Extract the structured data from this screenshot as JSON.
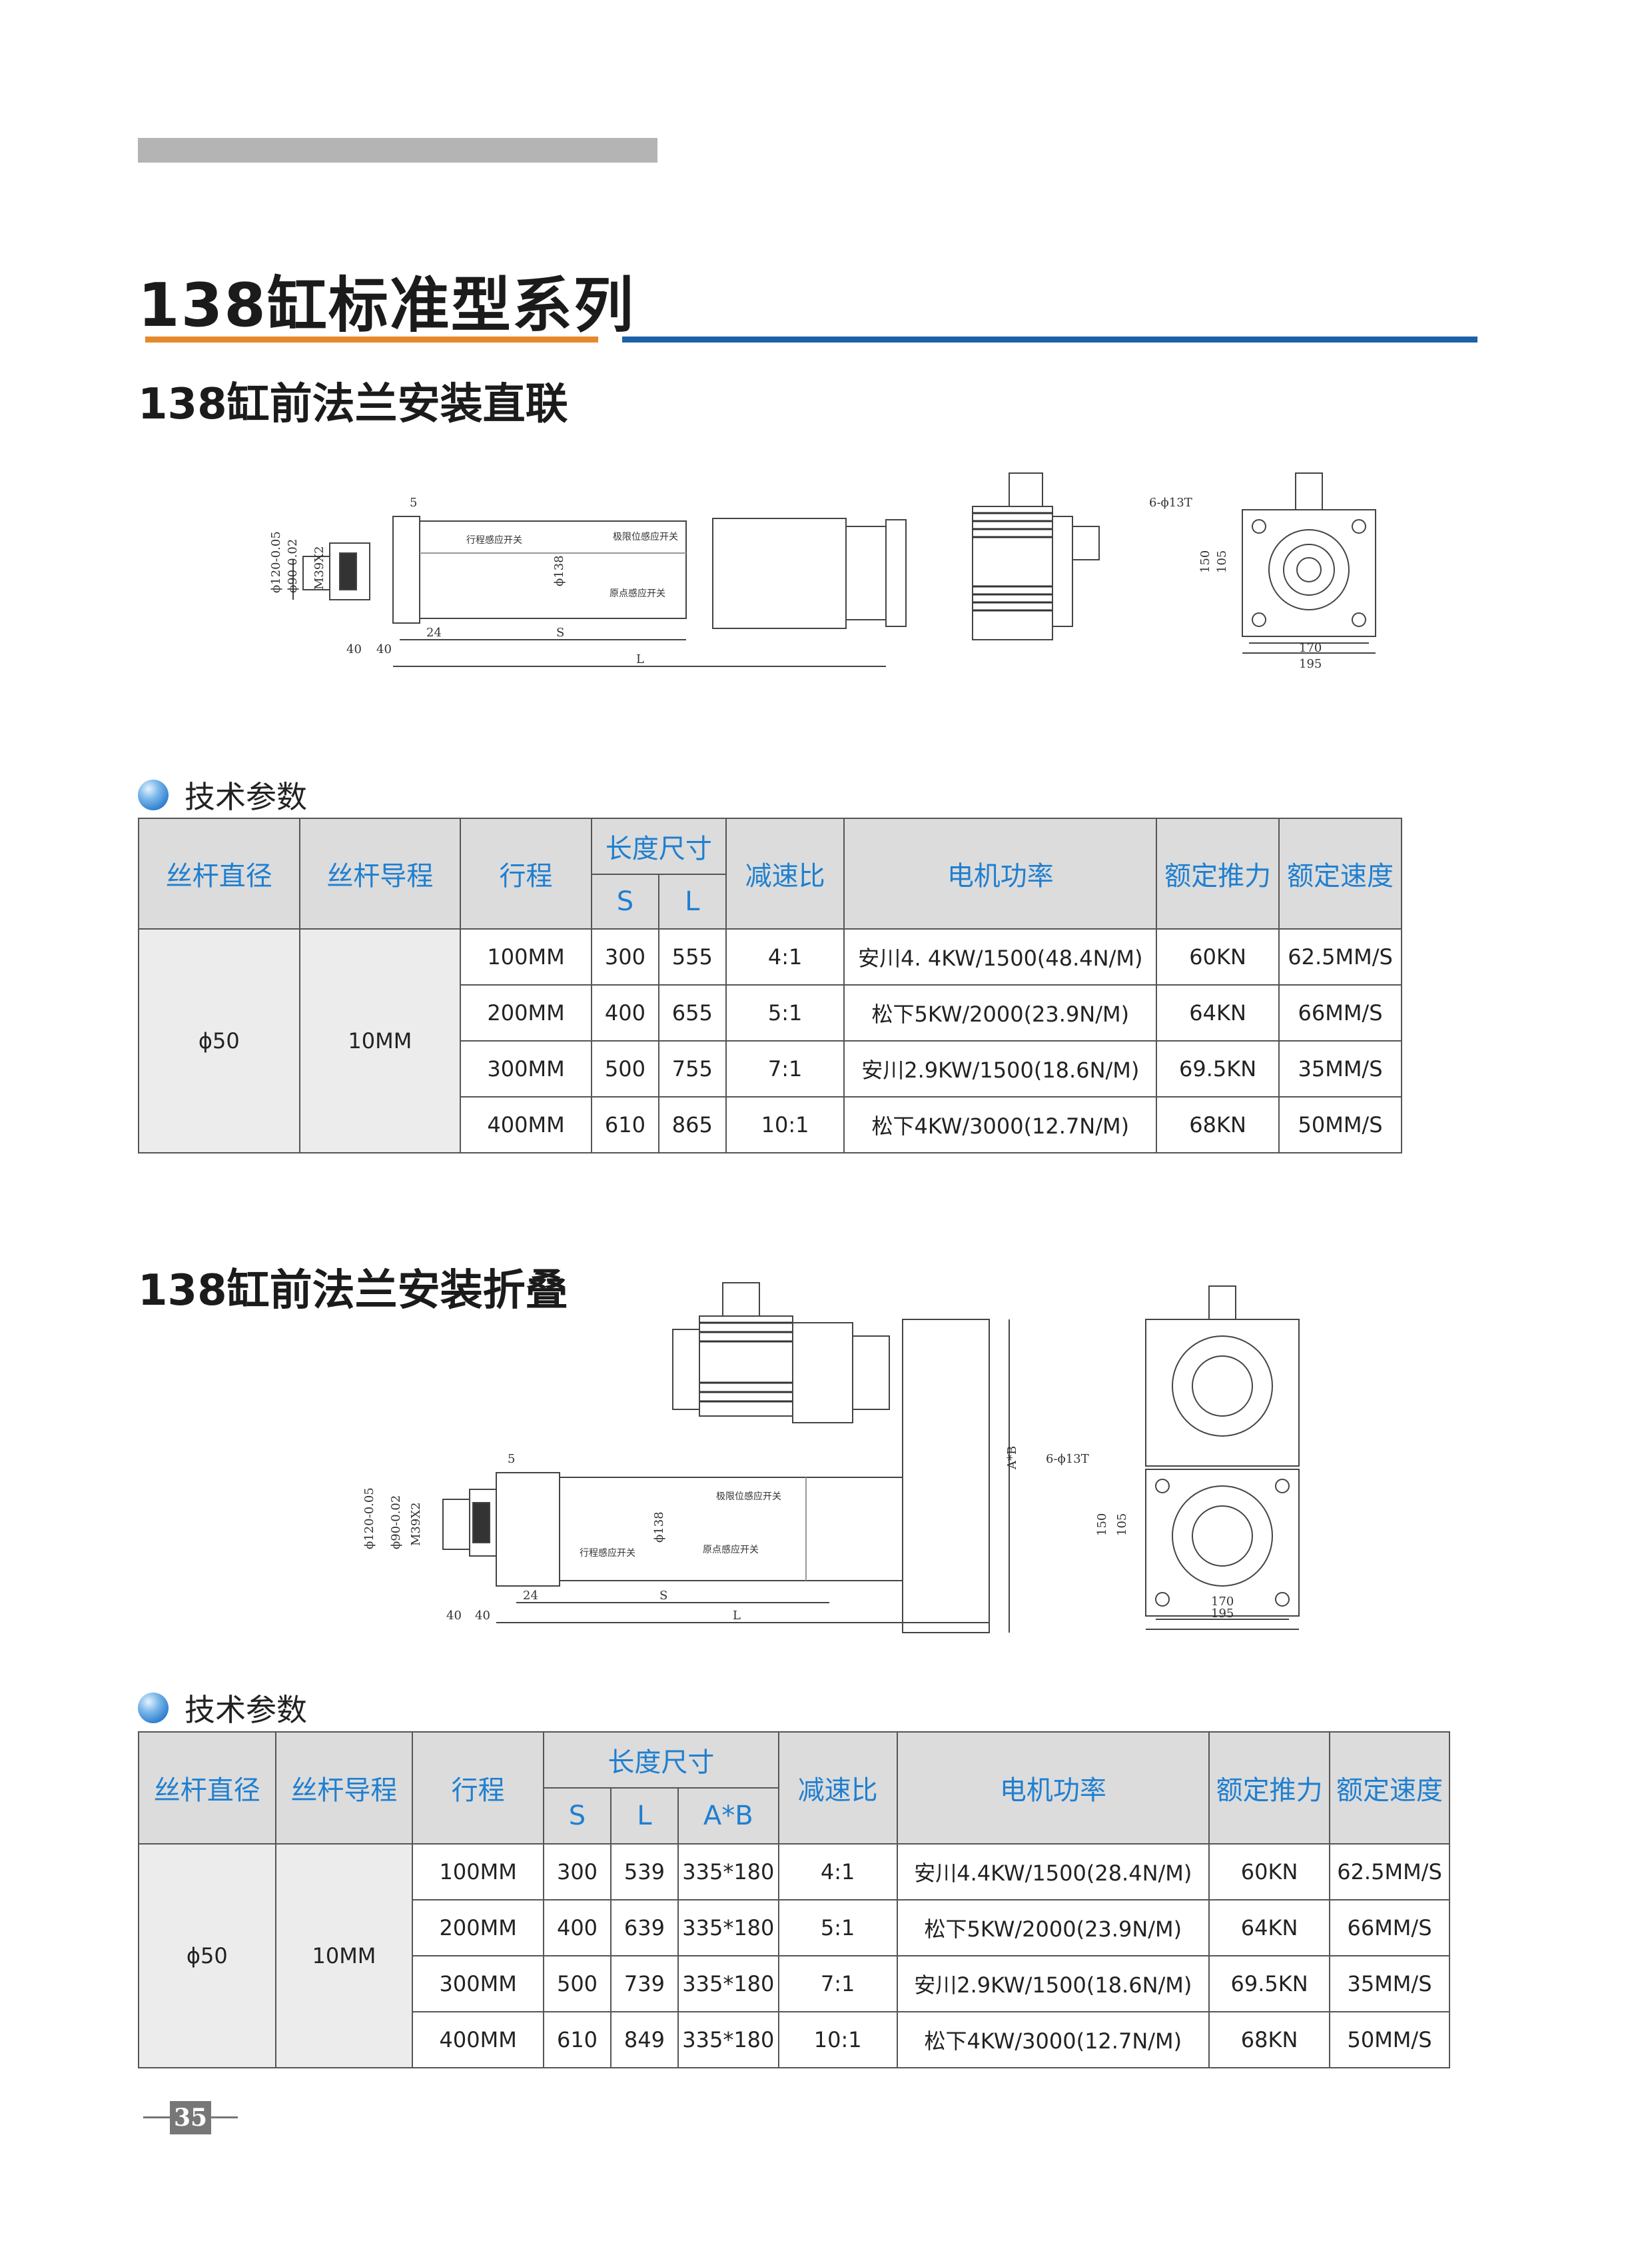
{
  "page_title": "138缸标准型系列",
  "section1": {
    "title": "138缸前法兰安装直联",
    "drawing_labels": {
      "dim_5": "5",
      "dim_120": "ϕ120-0.05",
      "dim_90": "ϕ90-0.02",
      "dim_m": "M39X2",
      "dim_138": "ϕ138",
      "dim_24": "24",
      "dim_40a": "40",
      "dim_40b": "40",
      "dim_s": "S",
      "dim_l": "L",
      "note_travel": "行程感应开关",
      "note_limit": "极限位感应开关",
      "note_origin": "原点感应开关",
      "side_holes": "6-ϕ13T",
      "side_150": "150",
      "side_105": "105",
      "side_170": "170",
      "side_195": "195"
    },
    "tech_header": "技术参数",
    "table": {
      "headers": {
        "screw_diameter": "丝杆直径",
        "screw_lead": "丝杆导程",
        "stroke": "行程",
        "length": "长度尺寸",
        "s": "S",
        "l": "L",
        "ratio": "减速比",
        "motor": "电机功率",
        "thrust": "额定推力",
        "speed": "额定速度"
      },
      "diameter": "ϕ50",
      "lead": "10MM",
      "rows": [
        {
          "stroke": "100MM",
          "s": "300",
          "l": "555",
          "ratio": "4:1",
          "motor": "安川4. 4KW/1500(48.4N/M)",
          "thrust": "60KN",
          "speed": "62.5MM/S"
        },
        {
          "stroke": "200MM",
          "s": "400",
          "l": "655",
          "ratio": "5:1",
          "motor": "松下5KW/2000(23.9N/M)",
          "thrust": "64KN",
          "speed": "66MM/S"
        },
        {
          "stroke": "300MM",
          "s": "500",
          "l": "755",
          "ratio": "7:1",
          "motor": "安川2.9KW/1500(18.6N/M)",
          "thrust": "69.5KN",
          "speed": "35MM/S"
        },
        {
          "stroke": "400MM",
          "s": "610",
          "l": "865",
          "ratio": "10:1",
          "motor": "松下4KW/3000(12.7N/M)",
          "thrust": "68KN",
          "speed": "50MM/S"
        }
      ]
    }
  },
  "section2": {
    "title": "138缸前法兰安装折叠",
    "drawing_labels": {
      "dim_5": "5",
      "dim_120": "ϕ120-0.05",
      "dim_90": "ϕ90-0.02",
      "dim_m": "M39X2",
      "dim_138": "ϕ138",
      "dim_24": "24",
      "dim_40a": "40",
      "dim_40b": "40",
      "dim_s": "S",
      "dim_l": "L",
      "dim_axb": "A*B",
      "note_travel": "行程感应开关",
      "note_limit": "极限位感应开关",
      "note_origin": "原点感应开关",
      "side_holes": "6-ϕ13T",
      "side_150": "150",
      "side_105": "105",
      "side_170": "170",
      "side_195": "195"
    },
    "tech_header": "技术参数",
    "table": {
      "headers": {
        "screw_diameter": "丝杆直径",
        "screw_lead": "丝杆导程",
        "stroke": "行程",
        "length": "长度尺寸",
        "s": "S",
        "l": "L",
        "ab": "A*B",
        "ratio": "减速比",
        "motor": "电机功率",
        "thrust": "额定推力",
        "speed": "额定速度"
      },
      "diameter": "ϕ50",
      "lead": "10MM",
      "rows": [
        {
          "stroke": "100MM",
          "s": "300",
          "l": "539",
          "ab": "335*180",
          "ratio": "4:1",
          "motor": "安川4.4KW/1500(28.4N/M)",
          "thrust": "60KN",
          "speed": "62.5MM/S"
        },
        {
          "stroke": "200MM",
          "s": "400",
          "l": "639",
          "ab": "335*180",
          "ratio": "5:1",
          "motor": "松下5KW/2000(23.9N/M)",
          "thrust": "64KN",
          "speed": "66MM/S"
        },
        {
          "stroke": "300MM",
          "s": "500",
          "l": "739",
          "ab": "335*180",
          "ratio": "7:1",
          "motor": "安川2.9KW/1500(18.6N/M)",
          "thrust": "69.5KN",
          "speed": "35MM/S"
        },
        {
          "stroke": "400MM",
          "s": "610",
          "l": "849",
          "ab": "335*180",
          "ratio": "10:1",
          "motor": "松下4KW/3000(12.7N/M)",
          "thrust": "68KN",
          "speed": "50MM/S"
        }
      ]
    }
  },
  "page_number": "35",
  "colors": {
    "orange": "#e5892c",
    "blue": "#1d62a8",
    "header_text": "#1f7fd0",
    "header_bg": "#dcdcdc"
  }
}
